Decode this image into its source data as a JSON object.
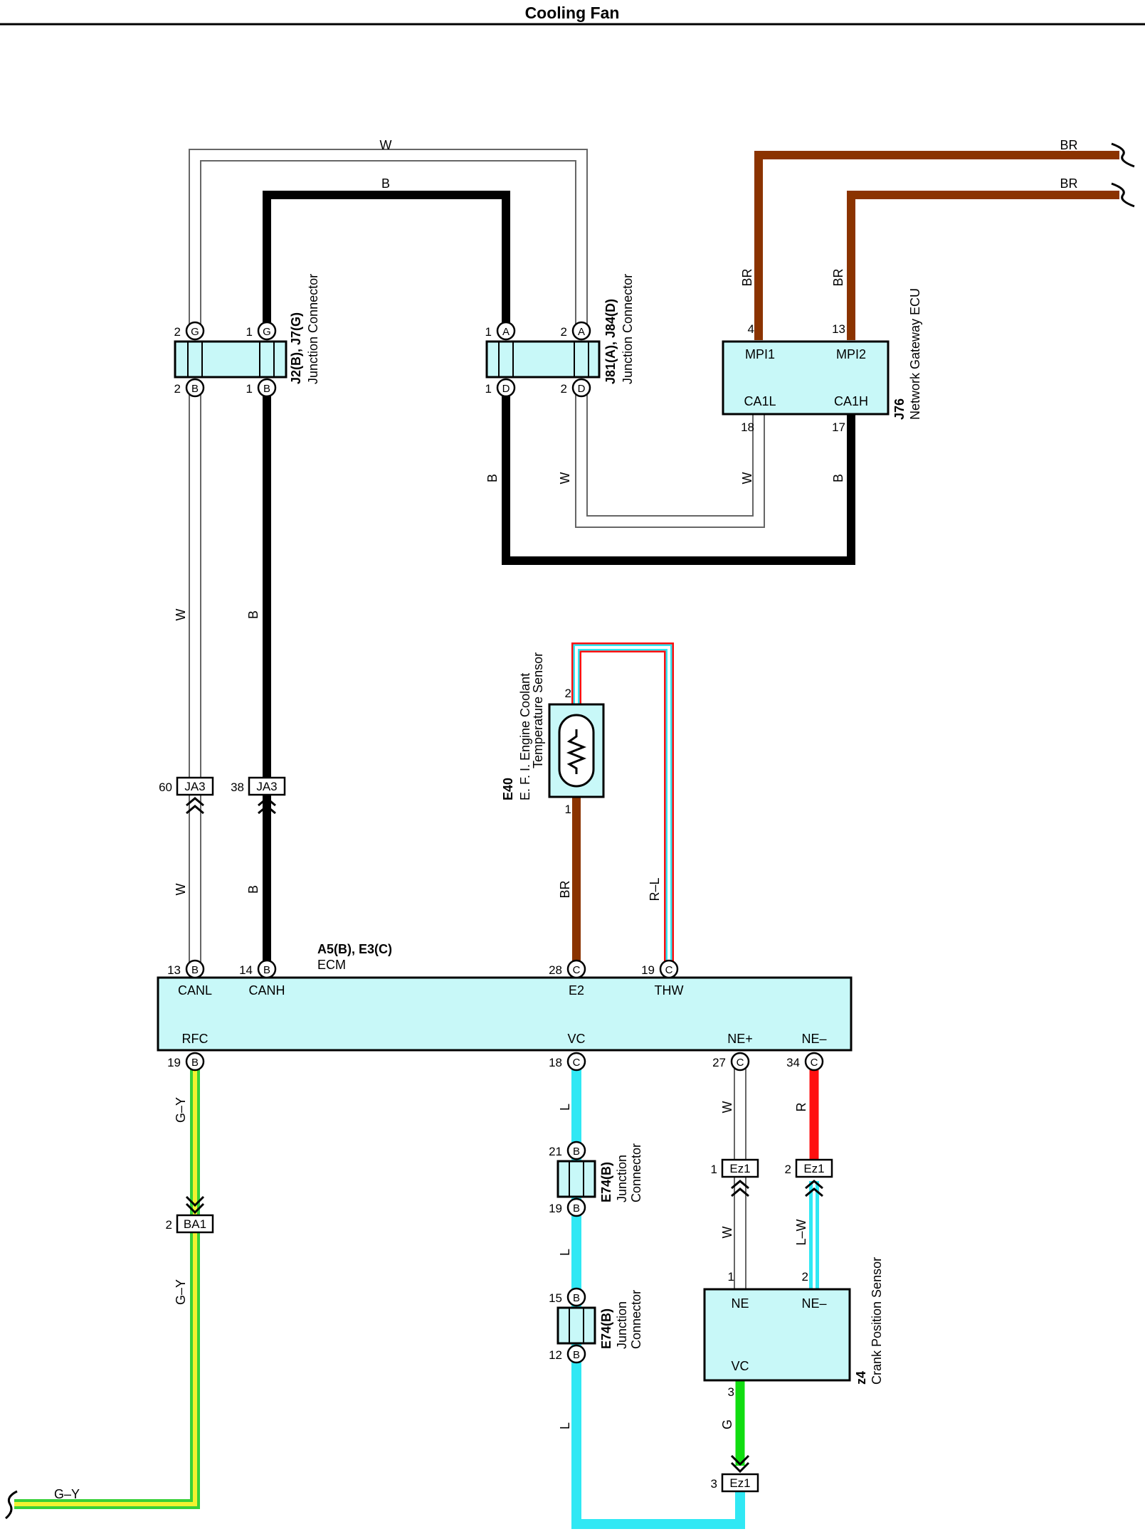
{
  "title": "Cooling Fan",
  "colors": {
    "box_fill": "#c8f8f8",
    "white_wire": "#ffffff",
    "black_wire": "#000000",
    "brown_wire": "#8b3300",
    "red_wire": "#ff1010",
    "blue_wire": "#30e8f4",
    "green_wire": "#10dd10",
    "yellow_wire": "#f2f230",
    "greenstripe_wire": "#38d038"
  },
  "wire_labels": {
    "w_top": "W",
    "b_top": "B",
    "br_top1": "BR",
    "br_top2": "BR",
    "br_v1": "BR",
    "br_v2": "BR",
    "b_j81": "B",
    "w_j81": "W",
    "w_j76": "W",
    "b_j76": "B",
    "w_left1": "W",
    "b_left1": "B",
    "w_left2": "W",
    "b_left2": "B",
    "br_e2": "BR",
    "rl_thw": "R–L",
    "gy1": "G–Y",
    "gy2": "G–Y",
    "gy3": "G–Y",
    "l1": "L",
    "l2": "L",
    "l3": "L",
    "w_ne1": "W",
    "r_ne": "R",
    "w_ne2": "W",
    "lw_ne": "L–W",
    "g_vc": "G"
  },
  "connectors": {
    "j2": {
      "code": "J2(B), J7(G)",
      "name": "Junction Connector",
      "pins": [
        "2",
        "G",
        "1",
        "G",
        "2",
        "B",
        "1",
        "B"
      ]
    },
    "j81": {
      "code": "J81(A), J84(D)",
      "name": "Junction Connector",
      "pins": [
        "1",
        "A",
        "2",
        "A",
        "1",
        "D",
        "2",
        "D"
      ]
    },
    "j76": {
      "code": "J76",
      "name": "Network Gateway ECU",
      "mpi1": "MPI1",
      "mpi2": "MPI2",
      "ca1l": "CA1L",
      "ca1h": "CA1H",
      "p4": "4",
      "p13": "13",
      "p18": "18",
      "p17": "17"
    },
    "e40": {
      "code": "E40",
      "line1": "E. F. I.  Engine Coolant",
      "line2": "Temperature Sensor",
      "p2": "2",
      "p1": "1"
    },
    "ja3": {
      "label": "JA3",
      "p60": "60",
      "p38": "38"
    },
    "ecm": {
      "code": "A5(B), E3(C)",
      "name": "ECM",
      "canl": "CANL",
      "canh": "CANH",
      "e2": "E2",
      "thw": "THW",
      "rfc": "RFC",
      "vc": "VC",
      "nep": "NE+",
      "nem": "NE–",
      "p13": "13",
      "p14": "14",
      "p28": "28",
      "p19t": "19",
      "p19b": "19",
      "p18": "18",
      "p27": "27",
      "p34": "34",
      "B": "B",
      "C": "C"
    },
    "ba1": {
      "label": "BA1",
      "pin": "2"
    },
    "e74a": {
      "code": "E74(B)",
      "line1": "Junction",
      "line2": "Connector",
      "p21": "21",
      "p19": "19",
      "B": "B"
    },
    "e74b": {
      "code": "E74(B)",
      "line1": "Junction",
      "line2": "Connector",
      "p15": "15",
      "p12": "12",
      "B": "B"
    },
    "ez1": {
      "label": "Ez1",
      "p1": "1",
      "p2": "2",
      "p3": "3"
    },
    "z4": {
      "code": "z4",
      "name": "Crank Position Sensor",
      "ne": "NE",
      "nem": "NE–",
      "vc": "VC",
      "p1": "1",
      "p2": "2",
      "p3": "3"
    }
  }
}
